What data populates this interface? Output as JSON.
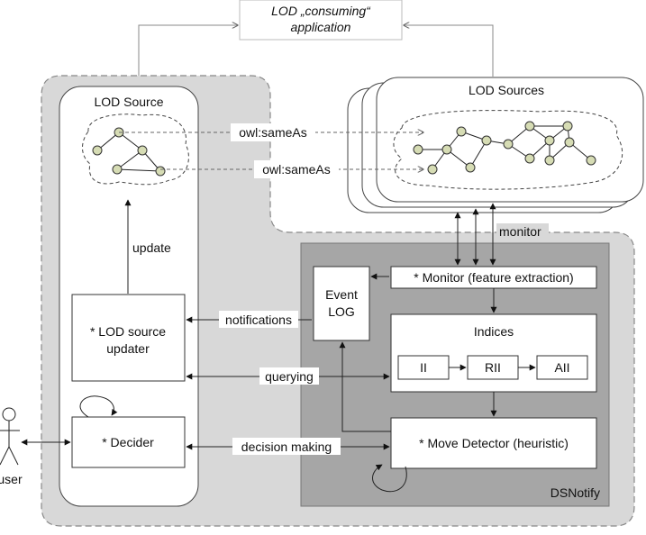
{
  "consuming_app": {
    "line1": "LOD „consuming“",
    "line2": "application"
  },
  "lod_source": {
    "title": "LOD Source",
    "update_label": "update",
    "updater_line1": "* LOD source",
    "updater_line2": "updater",
    "decider_label": "* Decider"
  },
  "lod_sources": {
    "title": "LOD Sources"
  },
  "links": {
    "same_as_1": "owl:sameAs",
    "same_as_2": "owl:sameAs",
    "monitor": "monitor",
    "notifications": "notifications",
    "querying": "querying",
    "decision_making": "decision making"
  },
  "user": {
    "label": "user"
  },
  "dsnotify": {
    "label": "DSNotify",
    "event_log_line1": "Event",
    "event_log_line2": "LOG",
    "monitor_box": "* Monitor (feature extraction)",
    "indices_title": "Indices",
    "index_ii": "II",
    "index_rii": "RII",
    "index_aii": "AII",
    "move_detector": "* Move Detector (heuristic)"
  },
  "colors": {
    "outer_region": "#d8d8d8",
    "dsnotify_region": "#a6a6a6",
    "box_fill": "#ffffff",
    "node_fill": "#d6dcb4",
    "line": "#222222"
  }
}
